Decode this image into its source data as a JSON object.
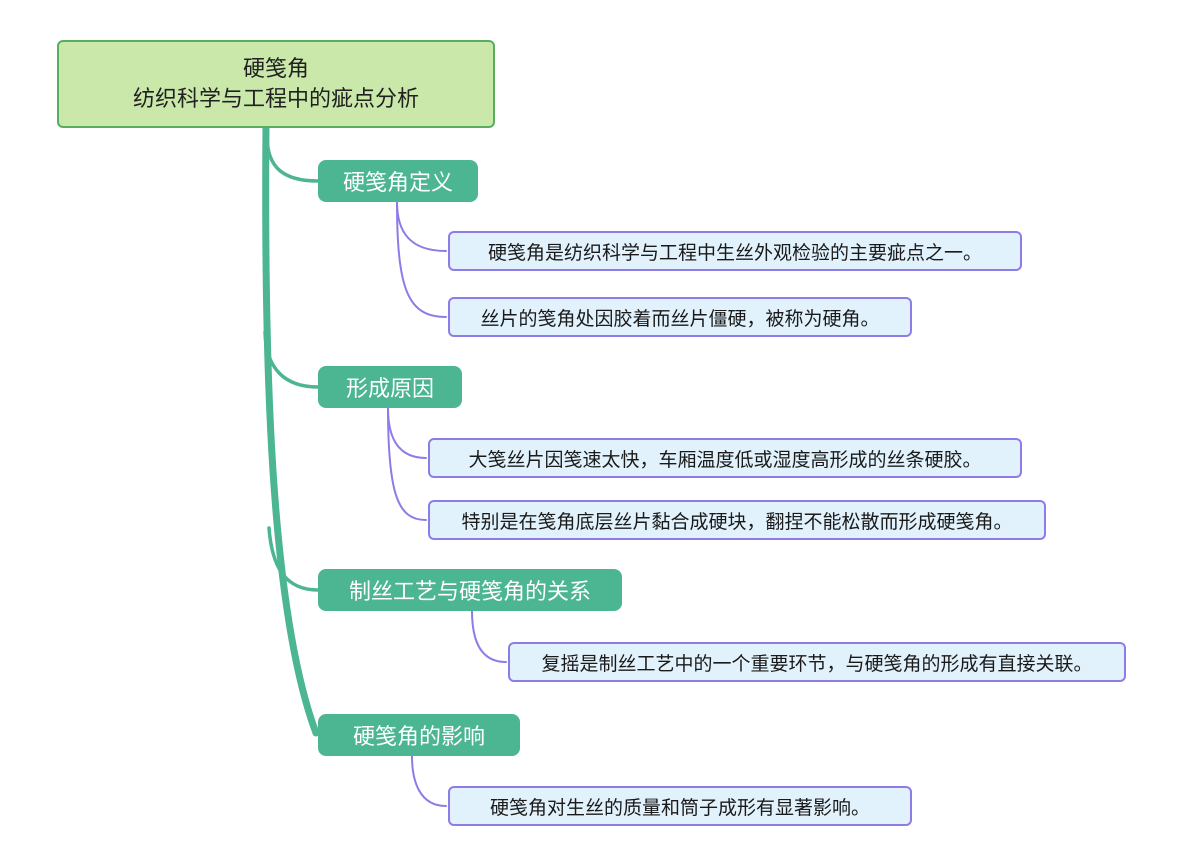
{
  "colors": {
    "root_fill": "#c9e8a9",
    "root_border": "#57ad60",
    "branch_fill": "#4cb592",
    "branch_text": "#ffffff",
    "leaf_fill": "#e2f2fc",
    "leaf_border": "#8d7ce8",
    "leaf_text": "#1a1a1a",
    "trunk_connector": "#4cb592",
    "leaf_connector": "#8d7ce8",
    "background": "#ffffff"
  },
  "root": {
    "title_line1": "硬笺角",
    "title_line2": "纺织科学与工程中的疵点分析"
  },
  "branches": [
    {
      "label": "硬笺角定义",
      "leaves": [
        "硬笺角是纺织科学与工程中生丝外观检验的主要疵点之一。",
        "丝片的笺角处因胶着而丝片僵硬，被称为硬角。"
      ]
    },
    {
      "label": "形成原因",
      "leaves": [
        "大笺丝片因笺速太快，车厢温度低或湿度高形成的丝条硬胶。",
        "特别是在笺角底层丝片黏合成硬块，翻捏不能松散而形成硬笺角。"
      ]
    },
    {
      "label": "制丝工艺与硬笺角的关系",
      "leaves": [
        "复摇是制丝工艺中的一个重要环节，与硬笺角的形成有直接关联。"
      ]
    },
    {
      "label": "硬笺角的影响",
      "leaves": [
        "硬笺角对生丝的质量和筒子成形有显著影响。"
      ]
    }
  ]
}
